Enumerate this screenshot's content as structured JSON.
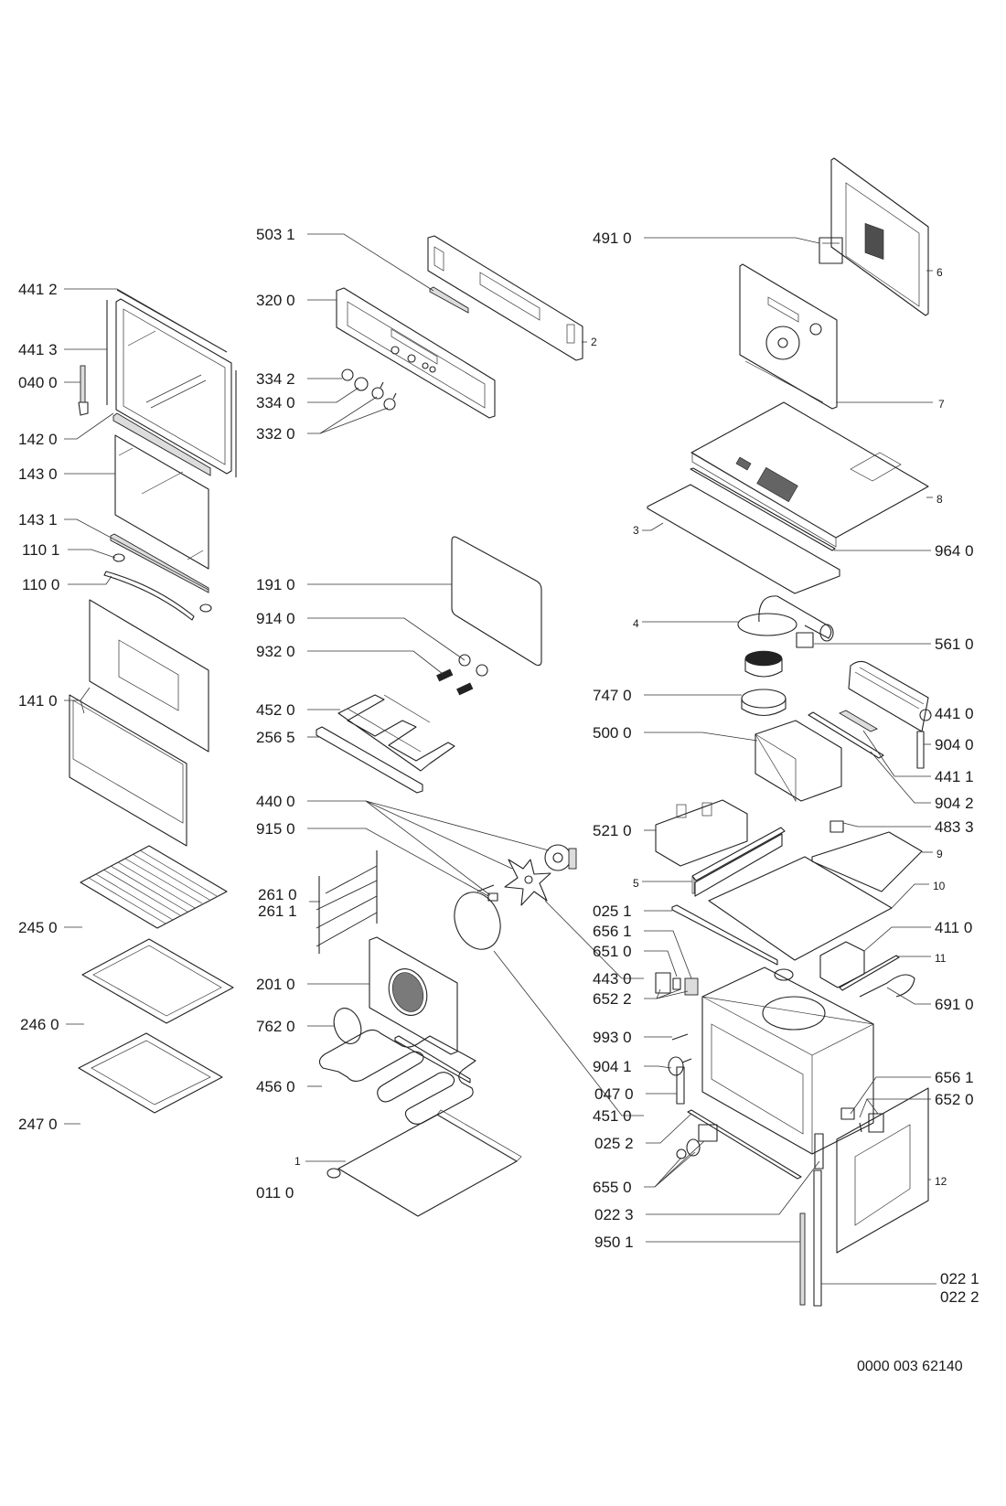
{
  "document": {
    "type": "exploded-parts-diagram",
    "subject": "built-in oven",
    "drawing_code": "0000 003 62140"
  },
  "labels": [
    {
      "id": "441-2",
      "text": "441 2",
      "group": "door-left"
    },
    {
      "id": "441-3",
      "text": "441 3",
      "group": "door-left"
    },
    {
      "id": "040-0",
      "text": "040 0",
      "group": "door-left"
    },
    {
      "id": "142-0",
      "text": "142 0",
      "group": "door-left"
    },
    {
      "id": "143-0",
      "text": "143 0",
      "group": "door-left"
    },
    {
      "id": "143-1",
      "text": "143 1",
      "group": "door-left"
    },
    {
      "id": "110-1",
      "text": "110 1",
      "group": "door-left"
    },
    {
      "id": "110-0",
      "text": "110 0",
      "group": "door-left"
    },
    {
      "id": "141-0",
      "text": "141 0",
      "group": "door-left"
    },
    {
      "id": "245-0",
      "text": "245 0",
      "group": "accessories"
    },
    {
      "id": "246-0",
      "text": "246 0",
      "group": "accessories"
    },
    {
      "id": "247-0",
      "text": "247 0",
      "group": "accessories"
    },
    {
      "id": "503-1",
      "text": "503 1",
      "group": "control-panel"
    },
    {
      "id": "320-0",
      "text": "320 0",
      "group": "control-panel"
    },
    {
      "id": "334-2",
      "text": "334 2",
      "group": "control-panel"
    },
    {
      "id": "334-0",
      "text": "334 0",
      "group": "control-panel"
    },
    {
      "id": "332-0",
      "text": "332 0",
      "group": "control-panel"
    },
    {
      "id": "2",
      "text": "2",
      "group": "control-panel"
    },
    {
      "id": "191-0",
      "text": "191 0",
      "group": "cavity-middle"
    },
    {
      "id": "914-0",
      "text": "914 0",
      "group": "cavity-middle"
    },
    {
      "id": "932-0",
      "text": "932 0",
      "group": "cavity-middle"
    },
    {
      "id": "452-0",
      "text": "452 0",
      "group": "cavity-middle"
    },
    {
      "id": "256-5",
      "text": "256 5",
      "group": "cavity-middle"
    },
    {
      "id": "440-0",
      "text": "440 0",
      "group": "cavity-middle"
    },
    {
      "id": "915-0",
      "text": "915 0",
      "group": "cavity-middle"
    },
    {
      "id": "261-0",
      "text": "261 0",
      "group": "cavity-middle"
    },
    {
      "id": "261-1",
      "text": "261 1",
      "group": "cavity-middle"
    },
    {
      "id": "201-0",
      "text": "201 0",
      "group": "cavity-middle"
    },
    {
      "id": "762-0",
      "text": "762 0",
      "group": "cavity-middle"
    },
    {
      "id": "456-0",
      "text": "456 0",
      "group": "cavity-middle"
    },
    {
      "id": "1",
      "text": "1",
      "group": "cavity-middle"
    },
    {
      "id": "011-0",
      "text": "011 0",
      "group": "cavity-middle"
    },
    {
      "id": "491-0",
      "text": "491 0",
      "group": "body-right"
    },
    {
      "id": "6",
      "text": "6",
      "group": "body-right"
    },
    {
      "id": "7",
      "text": "7",
      "group": "body-right"
    },
    {
      "id": "8",
      "text": "8",
      "group": "body-right"
    },
    {
      "id": "3",
      "text": "3",
      "group": "body-right"
    },
    {
      "id": "964-0",
      "text": "964 0",
      "group": "body-right"
    },
    {
      "id": "4",
      "text": "4",
      "group": "body-right"
    },
    {
      "id": "561-0",
      "text": "561 0",
      "group": "body-right"
    },
    {
      "id": "747-0",
      "text": "747 0",
      "group": "body-right"
    },
    {
      "id": "441-0",
      "text": "441 0",
      "group": "body-right"
    },
    {
      "id": "904-0",
      "text": "904 0",
      "group": "body-right"
    },
    {
      "id": "500-0",
      "text": "500 0",
      "group": "body-right"
    },
    {
      "id": "441-1",
      "text": "441 1",
      "group": "body-right"
    },
    {
      "id": "904-2",
      "text": "904 2",
      "group": "body-right"
    },
    {
      "id": "483-3",
      "text": "483 3",
      "group": "body-right"
    },
    {
      "id": "521-0",
      "text": "521 0",
      "group": "body-right"
    },
    {
      "id": "9",
      "text": "9",
      "group": "body-right"
    },
    {
      "id": "5",
      "text": "5",
      "group": "body-right"
    },
    {
      "id": "10",
      "text": "10",
      "group": "body-right"
    },
    {
      "id": "025-1",
      "text": "025 1",
      "group": "body-right"
    },
    {
      "id": "411-0",
      "text": "411 0",
      "group": "body-right"
    },
    {
      "id": "656-1a",
      "text": "656 1",
      "group": "body-right"
    },
    {
      "id": "11",
      "text": "11",
      "group": "body-right"
    },
    {
      "id": "651-0",
      "text": "651 0",
      "group": "body-right"
    },
    {
      "id": "443-0",
      "text": "443 0",
      "group": "body-right"
    },
    {
      "id": "691-0",
      "text": "691 0",
      "group": "body-right"
    },
    {
      "id": "652-2",
      "text": "652 2",
      "group": "body-right"
    },
    {
      "id": "993-0",
      "text": "993 0",
      "group": "body-right"
    },
    {
      "id": "904-1",
      "text": "904 1",
      "group": "body-right"
    },
    {
      "id": "656-1b",
      "text": "656 1",
      "group": "body-right"
    },
    {
      "id": "047-0",
      "text": "047 0",
      "group": "body-right"
    },
    {
      "id": "652-0",
      "text": "652 0",
      "group": "body-right"
    },
    {
      "id": "451-0",
      "text": "451 0",
      "group": "body-right"
    },
    {
      "id": "025-2",
      "text": "025 2",
      "group": "body-right"
    },
    {
      "id": "12",
      "text": "12",
      "group": "body-right"
    },
    {
      "id": "655-0",
      "text": "655 0",
      "group": "body-right"
    },
    {
      "id": "022-3",
      "text": "022 3",
      "group": "body-right"
    },
    {
      "id": "950-1",
      "text": "950 1",
      "group": "body-right"
    },
    {
      "id": "022-1",
      "text": "022 1",
      "group": "body-right"
    },
    {
      "id": "022-2",
      "text": "022 2",
      "group": "body-right"
    }
  ]
}
